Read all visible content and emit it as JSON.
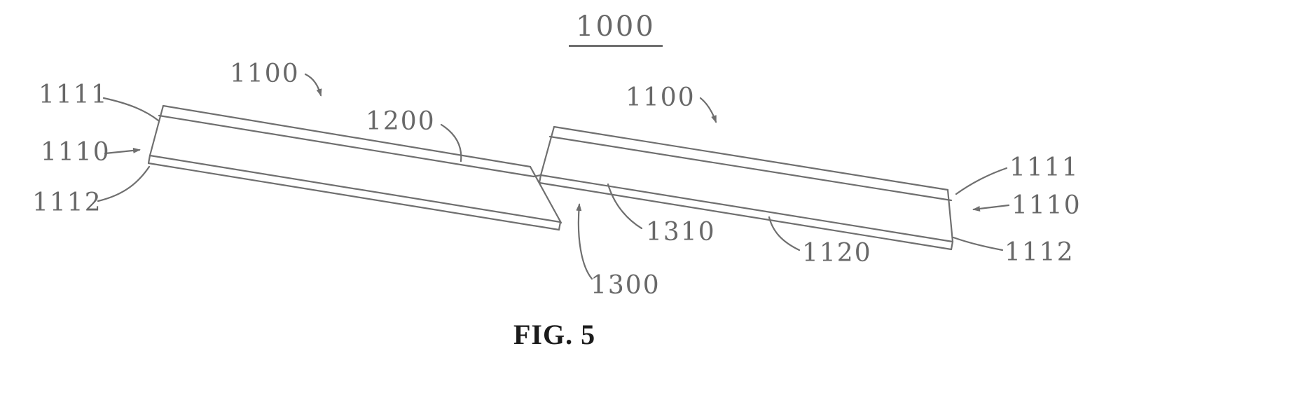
{
  "figure": {
    "title_ref": "1000",
    "caption": "FIG. 5",
    "colors": {
      "line": "#6f6f6f",
      "label_text": "#686868",
      "caption_text": "#1b1b1b",
      "background": "#ffffff"
    },
    "labels": {
      "left_1111": "1111",
      "left_1110": "1110",
      "left_1112": "1112",
      "panel_left_1100": "1100",
      "layer_1200": "1200",
      "panel_right_1100": "1100",
      "connector_1310": "1310",
      "connector_1300": "1300",
      "layer_1120": "1120",
      "right_1111": "1111",
      "right_1110": "1110",
      "right_1112": "1112"
    }
  }
}
